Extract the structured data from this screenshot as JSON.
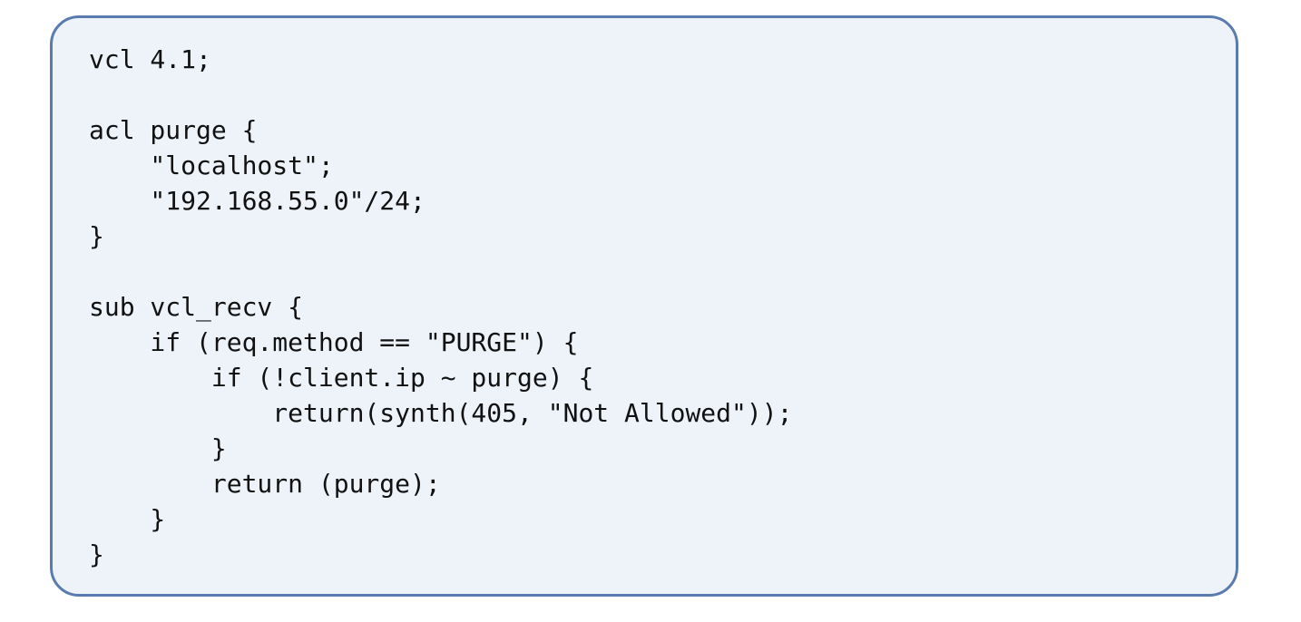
{
  "code": {
    "lines": [
      "vcl 4.1;",
      "",
      "acl purge {",
      "    \"localhost\";",
      "    \"192.168.55.0\"/24;",
      "}",
      "",
      "sub vcl_recv {",
      "    if (req.method == \"PURGE\") {",
      "        if (!client.ip ~ purge) {",
      "            return(synth(405, \"Not Allowed\"));",
      "        }",
      "        return (purge);",
      "    }",
      "}"
    ]
  },
  "colors": {
    "background": "#eef3fa",
    "border": "#5a7bb0",
    "text": "#111111"
  }
}
